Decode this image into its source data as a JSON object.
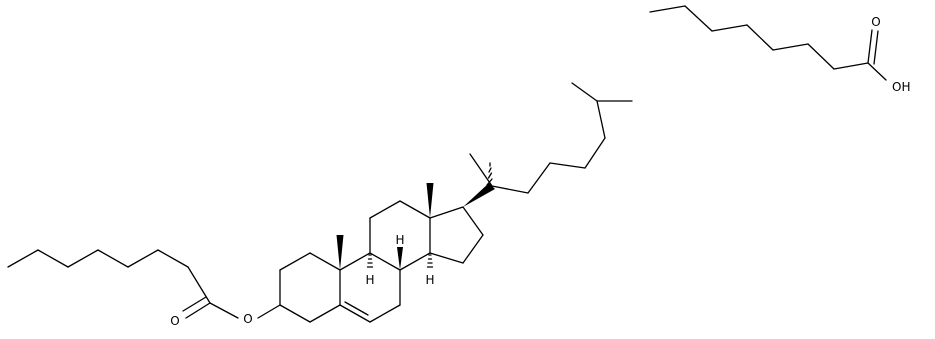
{
  "molecules": [
    {
      "id": "cholesteryl-octanoate",
      "atom_labels": {
        "ester_o": "O",
        "carbonyl_o": "O",
        "h9": "H",
        "h8": "H",
        "h14": "H"
      }
    },
    {
      "id": "octanoic-acid",
      "atom_labels": {
        "carbonyl_o": "O",
        "hydroxyl": "OH"
      }
    }
  ],
  "colors": {
    "bond": "#000000",
    "background": "#ffffff"
  }
}
